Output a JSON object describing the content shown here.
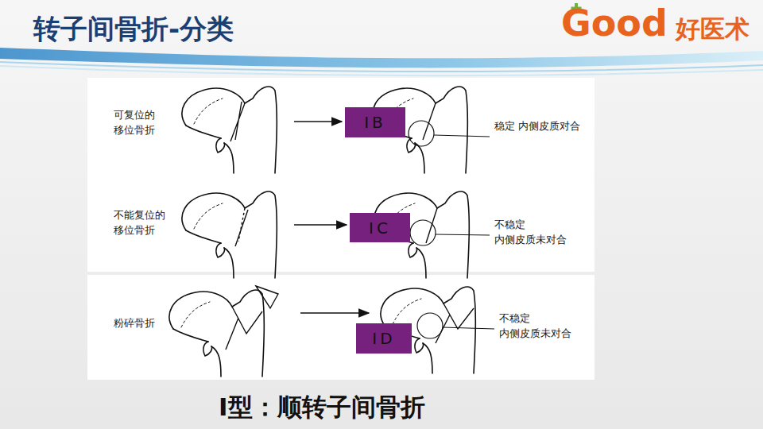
{
  "diagram": {
    "title": "转子间骨折-分类",
    "caption": "Ⅰ型：顺转子间骨折",
    "nodes": [
      {
        "text": [
          "ⅠB"
        ]
      },
      {
        "text": [
          "ⅠC"
        ]
      },
      {
        "text": [
          "ⅠD"
        ]
      }
    ],
    "labels": [
      "Good",
      "好医术",
      "可复位的 移位骨折",
      "稳定 内侧皮质对合",
      "不能复位的 移位骨折",
      "不稳定 内侧皮质未对合",
      "粉碎骨折",
      "不稳定 内侧皮质未对合"
    ]
  }
}
